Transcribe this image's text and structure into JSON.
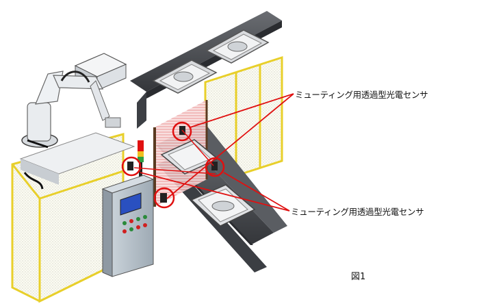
{
  "labels": {
    "sensor_top": "ミューティング用透過型光電センサ",
    "sensor_bottom": "ミューティング用透過型光電センサ"
  },
  "caption": "図1",
  "colors": {
    "fence_frame": "#e8cf2a",
    "mesh_bg": "#fbfbf3",
    "conveyor": "#4a4d52",
    "annotation_red": "#e01010",
    "light_curtain": "#ec7b7b",
    "panel": "#b9c3cb",
    "robot": "#e9ecef"
  }
}
